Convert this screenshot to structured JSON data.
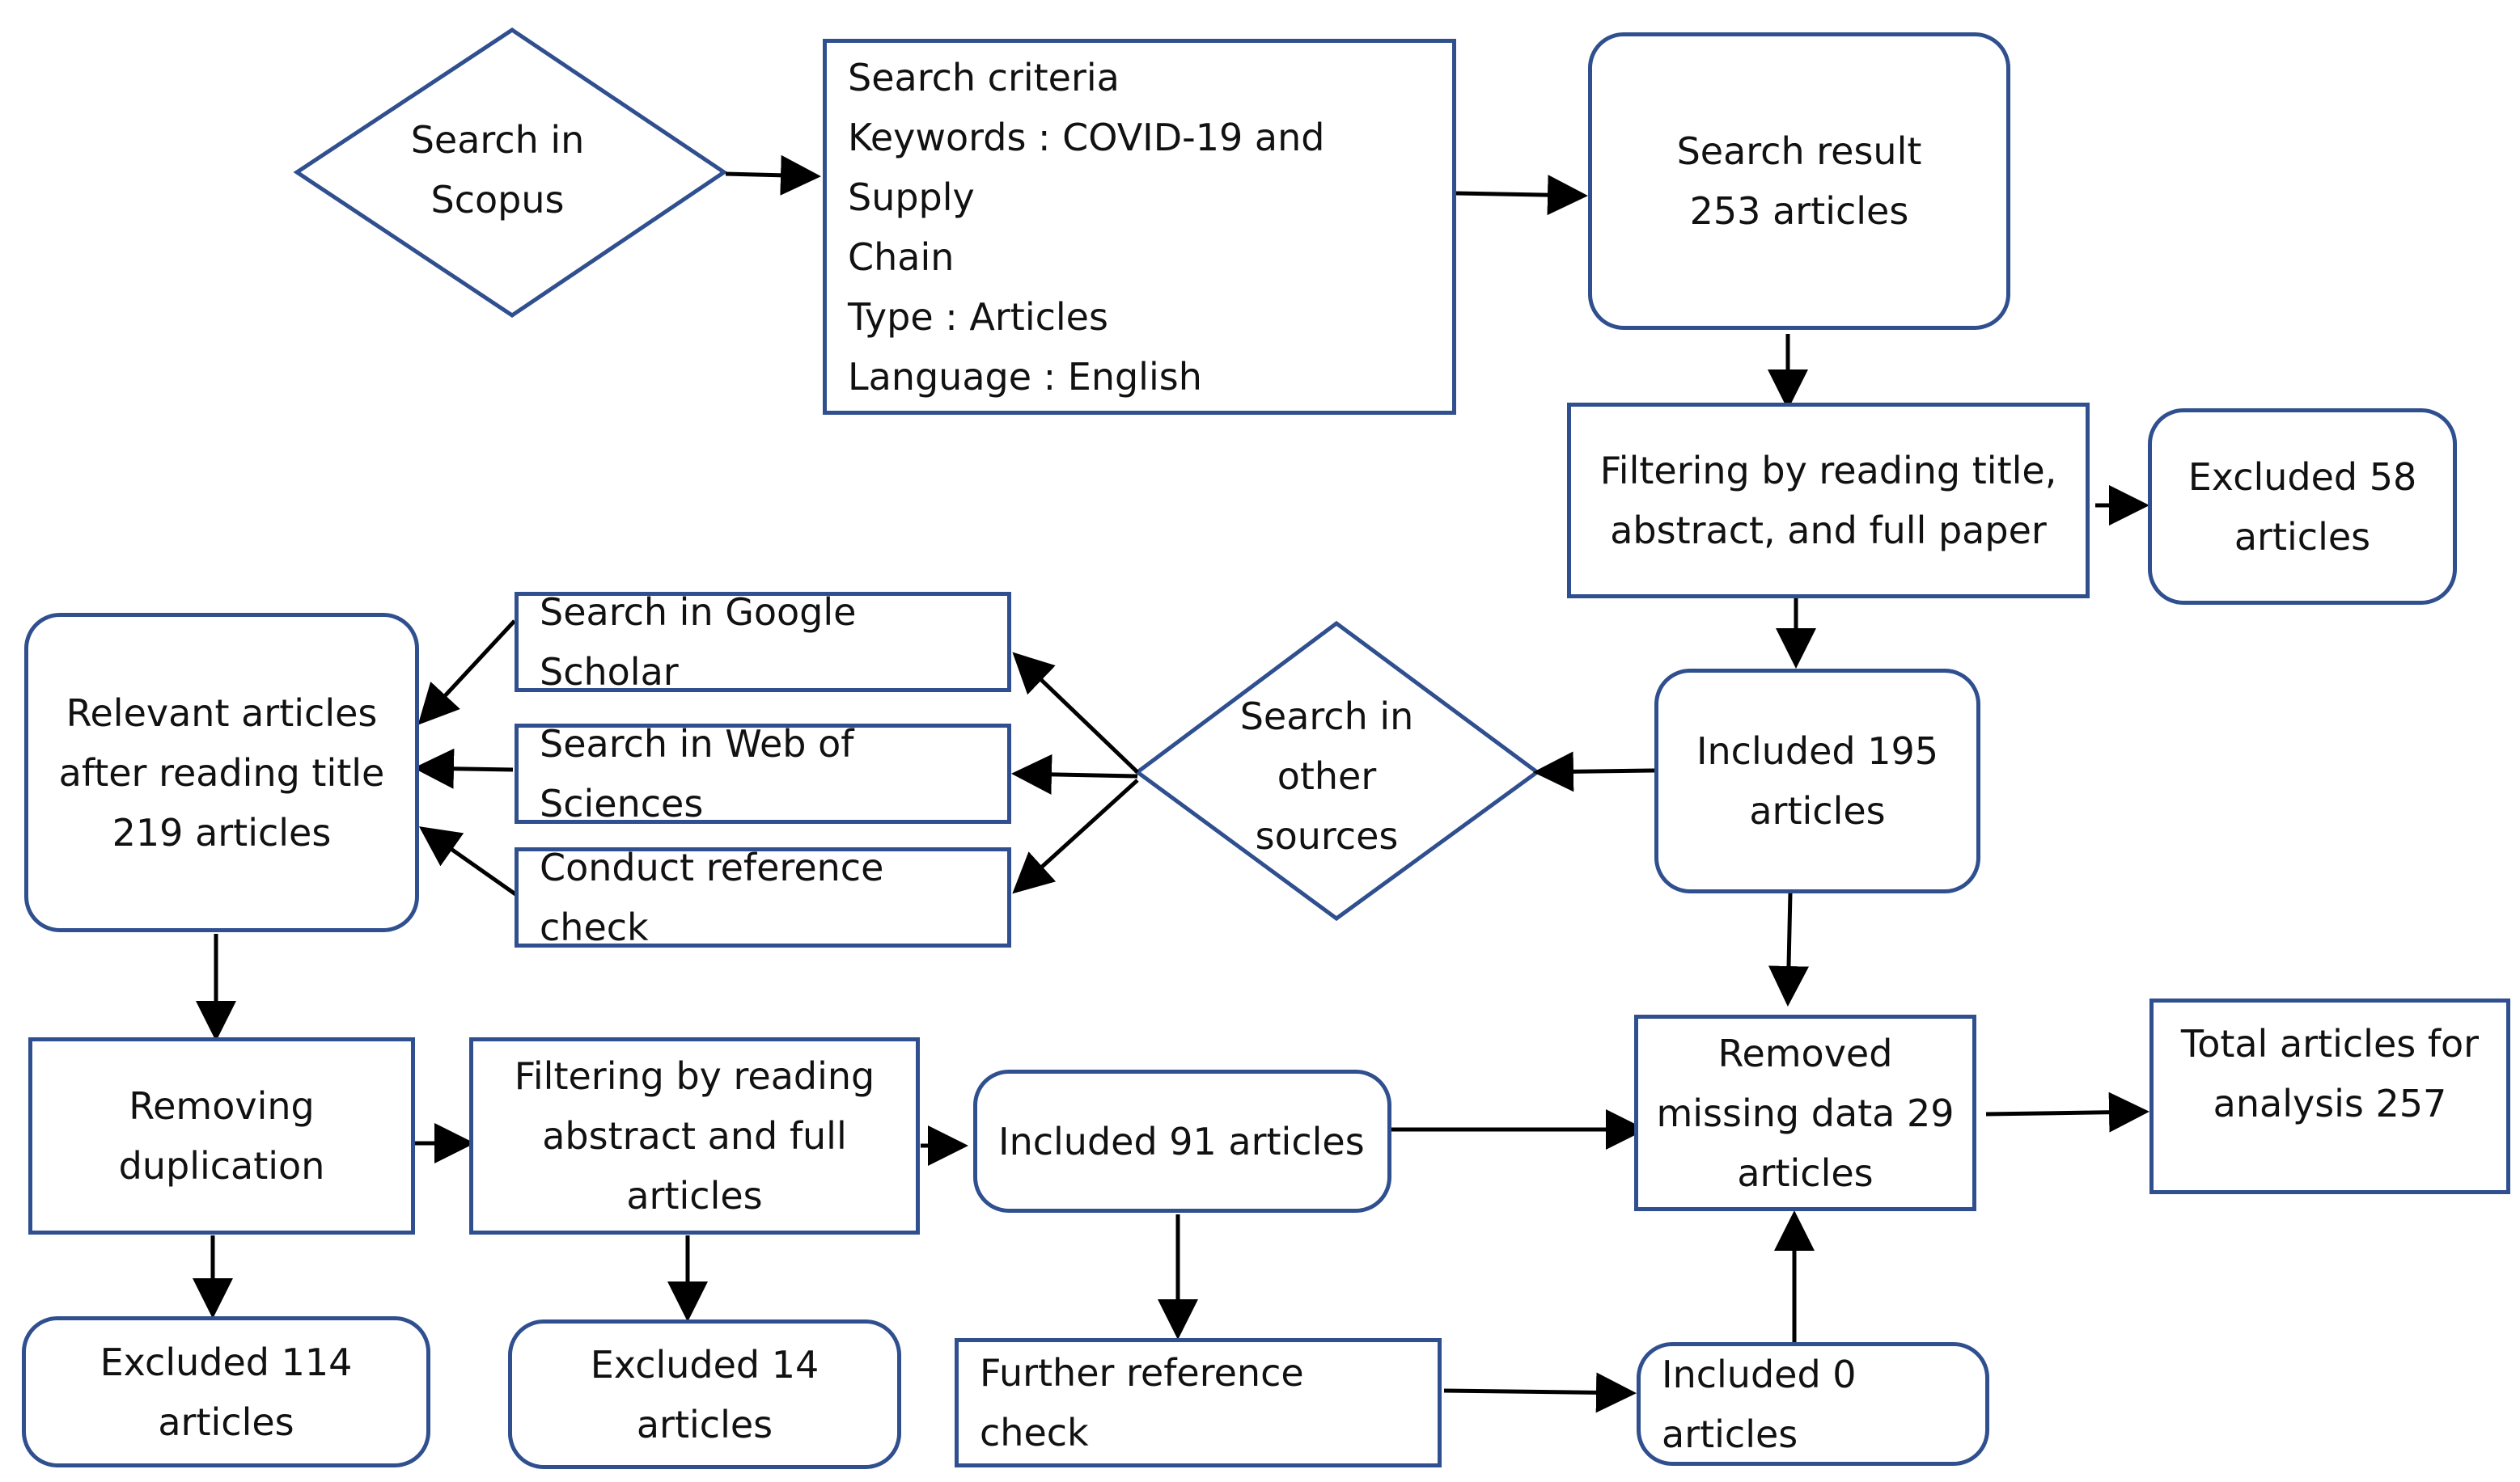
{
  "nodes": {
    "search_scopus": "Search in\nScopus",
    "search_criteria": [
      "Search criteria",
      "Keywords : COVID-19 and Supply",
      "Chain",
      "Type : Articles",
      "Language : English"
    ],
    "search_result": "Search result\n253 articles",
    "filtering_title": "Filtering by reading title,\nabstract, and full paper",
    "excluded_58": "Excluded  58\narticles",
    "included_195": "Included  195\narticles",
    "search_other": "Search in other\nsources",
    "google_scholar": "Search in Google Scholar",
    "web_of_sciences": "Search in Web of Sciences",
    "reference_check": "Conduct reference check",
    "relevant_articles": "Relevant articles\nafter reading title\n219 articles",
    "removing_duplication": "Removing\nduplication",
    "filtering_abstract": "Filtering by reading\nabstract and full\narticles",
    "included_91": "Included 91 articles",
    "removed_missing": "Removed\nmissing data 29\narticles",
    "total_articles": "Total articles for\nanalysis 257",
    "excluded_114": "Excluded 114\narticles",
    "excluded_14": "Excluded 14 articles",
    "further_reference": "Further reference check",
    "included_0": "Included 0 articles"
  },
  "colors": {
    "node_border": "#2f4f8f",
    "arrow": "#000000",
    "text": "#111111"
  }
}
